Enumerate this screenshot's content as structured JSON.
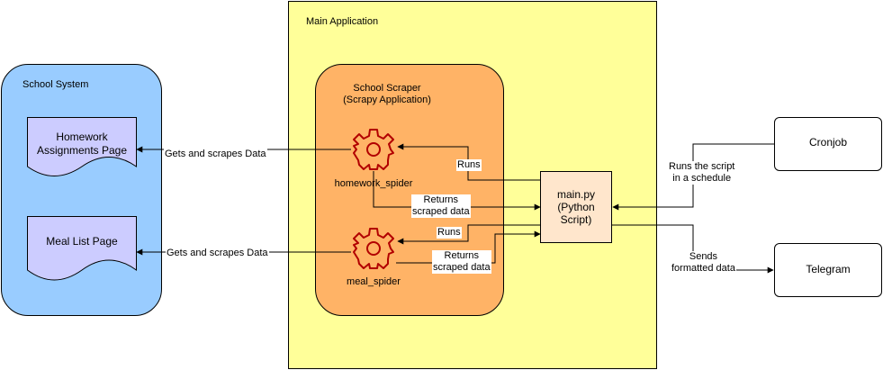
{
  "containers": {
    "main_app": {
      "title": "Main Application",
      "fill": "#FFFF99"
    },
    "school_system": {
      "title": "School System",
      "fill": "#99CCFF"
    },
    "scraper": {
      "title_line1": "School Scraper",
      "title_line2": "(Scrapy Application)",
      "fill": "#FFB366"
    }
  },
  "nodes": {
    "homework_page": {
      "line1": "Homework",
      "line2": "Assignments Page",
      "fill": "#CCCCFF"
    },
    "meal_page": {
      "line1": "Meal List Page",
      "fill": "#CCCCFF"
    },
    "homework_spider": {
      "label": "homework_spider",
      "icon": "gear-icon"
    },
    "meal_spider": {
      "label": "meal_spider",
      "icon": "gear-icon"
    },
    "main_py": {
      "line1": "main.py",
      "line2": "(Python",
      "line3": "Script)",
      "fill": "#FFE6CC"
    },
    "cronjob": {
      "label": "Cronjob"
    },
    "telegram": {
      "label": "Telegram"
    }
  },
  "edges": {
    "gets_homework": "Gets and scrapes Data",
    "gets_meal": "Gets and scrapes Data",
    "runs_homework": "Runs",
    "returns_homework": {
      "line1": "Returns",
      "line2": "scraped data"
    },
    "runs_meal": "Runs",
    "returns_meal": {
      "line1": "Returns",
      "line2": "scraped data"
    },
    "cron_runs": {
      "line1": "Runs the script",
      "line2": "in a schedule"
    },
    "sends": {
      "line1": "Sends",
      "line2": "formatted data"
    }
  },
  "colors": {
    "gear": "#B20000",
    "stroke": "#000000"
  }
}
